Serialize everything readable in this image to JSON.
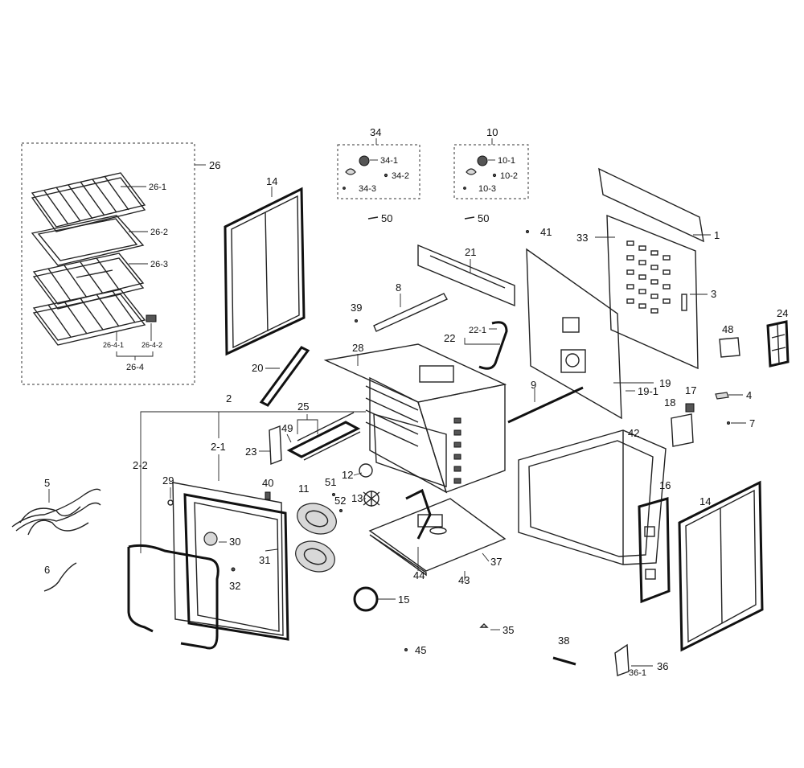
{
  "callouts": {
    "c26": "26",
    "c26_1": "26-1",
    "c26_2": "26-2",
    "c26_3": "26-3",
    "c26_4_1": "26-4-1",
    "c26_4_2": "26-4-2",
    "c26_4": "26-4",
    "c14a": "14",
    "c14b": "14",
    "c34": "34",
    "c34_1": "34-1",
    "c34_2": "34-2",
    "c34_3": "34-3",
    "c10": "10",
    "c10_1": "10-1",
    "c10_2": "10-2",
    "c10_3": "10-3",
    "c50a": "50",
    "c50b": "50",
    "c41": "41",
    "c33": "33",
    "c1": "1",
    "c3": "3",
    "c24": "24",
    "c48": "48",
    "c21": "21",
    "c8": "8",
    "c39": "39",
    "c22": "22",
    "c22_1": "22-1",
    "c28": "28",
    "c20": "20",
    "c19": "19",
    "c19_1": "19-1",
    "c9": "9",
    "c17": "17",
    "c4": "4",
    "c18": "18",
    "c7": "7",
    "c2": "2",
    "c2_1": "2-1",
    "c2_2": "2-2",
    "c25": "25",
    "c49": "49",
    "c23": "23",
    "c12": "12",
    "c13": "13",
    "c42": "42",
    "c16": "16",
    "c5": "5",
    "c29": "29",
    "c40": "40",
    "c11": "11",
    "c51": "51",
    "c52": "52",
    "c30": "30",
    "c31": "31",
    "c32": "32",
    "c6": "6",
    "c44": "44",
    "c43": "43",
    "c37": "37",
    "c15": "15",
    "c35": "35",
    "c45": "45",
    "c38": "38",
    "c36": "36",
    "c36_1": "36-1"
  },
  "icons": {
    "rack": "oven-rack-icon",
    "door": "oven-door-icon",
    "element": "heating-element-icon",
    "fan": "convection-fan-icon",
    "burner": "surface-burner-icon"
  }
}
